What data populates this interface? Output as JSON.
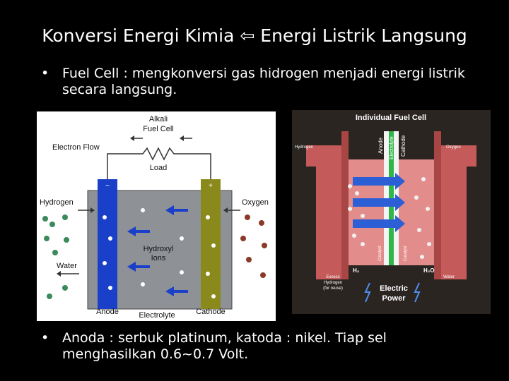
{
  "title": "Konversi Energi Kimia ⇦ Energi Listrik Langsung",
  "bullets": [
    {
      "symbol": "•",
      "text": "Fuel Cell : mengkonversi gas hidrogen menjadi energi listrik secara langsung."
    },
    {
      "symbol": "•",
      "text": "Anoda : serbuk platinum, katoda : nikel. Tiap sel menghasilkan 0.6~0.7 Volt."
    }
  ],
  "alkali_diagram": {
    "title_line1": "Alkali",
    "title_line2": "Fuel Cell",
    "electron_flow": "Electron Flow",
    "load": "Load",
    "hydrogen": "Hydrogen",
    "oxygen": "Oxygen",
    "water": "Water",
    "hydroxyl_line1": "Hydroxyl",
    "hydroxyl_line2": "Ions",
    "anode": "Anode",
    "electrolyte": "Electrolyte",
    "cathode": "Cathode",
    "colors": {
      "anode": "#1a3fc9",
      "cathode": "#8a8a1c",
      "electrolyte": "#8e9195",
      "background": "#ffffff"
    }
  },
  "individual_diagram": {
    "title": "Individual Fuel Cell",
    "hydrogen": "Hydrogen",
    "oxygen": "Oxygen",
    "anode": "Anode",
    "electrolyte": "Electrolyte",
    "cathode": "Cathode",
    "catalyst": "Catalyst",
    "h2": "H₂",
    "h2o": "H₂O",
    "excess_line1": "Excess",
    "excess_line2": "Hydrogen",
    "excess_line3": "(for reuse)",
    "water": "Water",
    "power_line1": "Electric",
    "power_line2": "Power",
    "colors": {
      "background": "#2b2522",
      "plate": "#c45a5a",
      "membrane": "#2fb84a",
      "arrow": "#2c5fd6"
    }
  }
}
